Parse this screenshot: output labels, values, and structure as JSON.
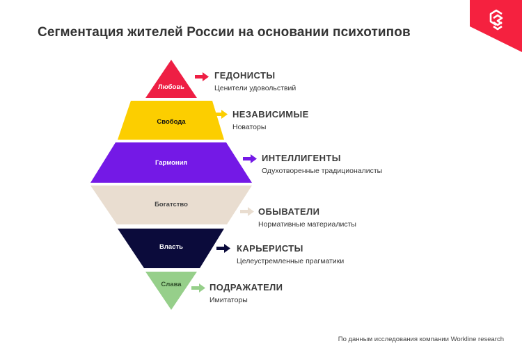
{
  "header": {
    "title": "Сегментация жителей России на основании психотипов"
  },
  "logo": {
    "icon": "stacked-layers-logo-icon",
    "color": "#f5213f"
  },
  "segments": [
    {
      "value": "Любовь",
      "type": "ГЕДОНИСТЫ",
      "description": "Ценители удовольствий",
      "color": "#ee1f44",
      "label_color": "#ffffff"
    },
    {
      "value": "Свобода",
      "type": "НЕЗАВИСИМЫЕ",
      "description": "Новаторы",
      "color": "#fcce00",
      "label_color": "#111111"
    },
    {
      "value": "Гармония",
      "type": "ИНТЕЛЛИГЕНТЫ",
      "description": "Одухотворенные традиционалисты",
      "color": "#7419e6",
      "label_color": "#ffffff"
    },
    {
      "value": "Богатство",
      "type": "ОБЫВАТЕЛИ",
      "description": "Нормативные материалисты",
      "color": "#e9ddd0",
      "label_color": "#444444"
    },
    {
      "value": "Власть",
      "type": "КАРЬЕРИСТЫ",
      "description": "Целеустремленные прагматики",
      "color": "#0b0b3b",
      "label_color": "#ffffff"
    },
    {
      "value": "Слава",
      "type": "ПОДРАЖАТЕЛИ",
      "description": "Имитаторы",
      "color": "#96cf8a",
      "label_color": "#2f4f2a"
    }
  ],
  "footer": {
    "source": "По данным исследования компании Workline research"
  }
}
